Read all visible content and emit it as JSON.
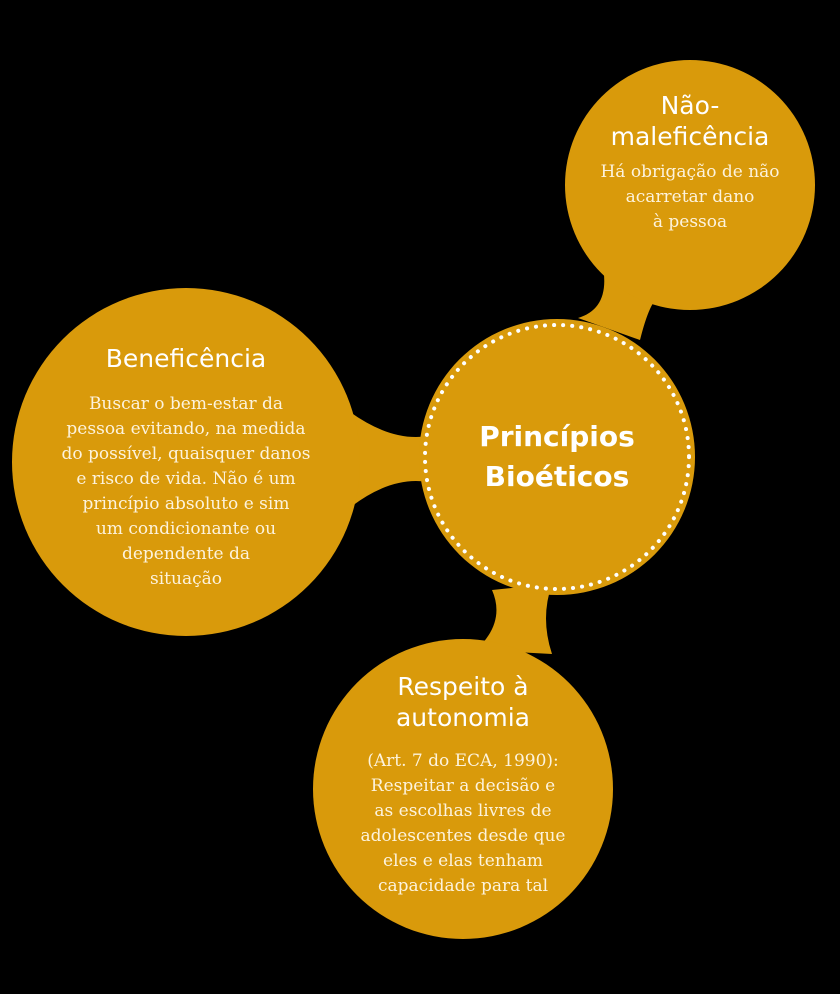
{
  "colors": {
    "node_fill": "#d99a0b",
    "background": "#000000",
    "text": "#ffffff",
    "dotted_ring": "#ffffff"
  },
  "center": {
    "title_lines": [
      "Princípios",
      "Bioéticos"
    ]
  },
  "nao_maleficencia": {
    "title_lines": [
      "Não-",
      "maleficência"
    ],
    "body_lines": [
      "Há obrigação de não",
      "acarretar dano",
      "à pessoa"
    ]
  },
  "beneficencia": {
    "title_lines": [
      "Beneficência"
    ],
    "body_lines": [
      "Buscar o bem-estar da",
      "pessoa evitando, na medida",
      "do possível, quaisquer danos",
      "e risco de vida. Não é um",
      "princípio absoluto e sim",
      "um condicionante ou",
      "dependente da",
      "situação"
    ]
  },
  "respeito_autonomia": {
    "title_lines": [
      "Respeito à",
      "autonomia"
    ],
    "body_lines": [
      "(Art. 7 do ECA, 1990):",
      "Respeitar a decisão e",
      "as escolhas livres de",
      "adolescentes desde que",
      "eles e elas tenham",
      "capacidade para tal"
    ]
  }
}
